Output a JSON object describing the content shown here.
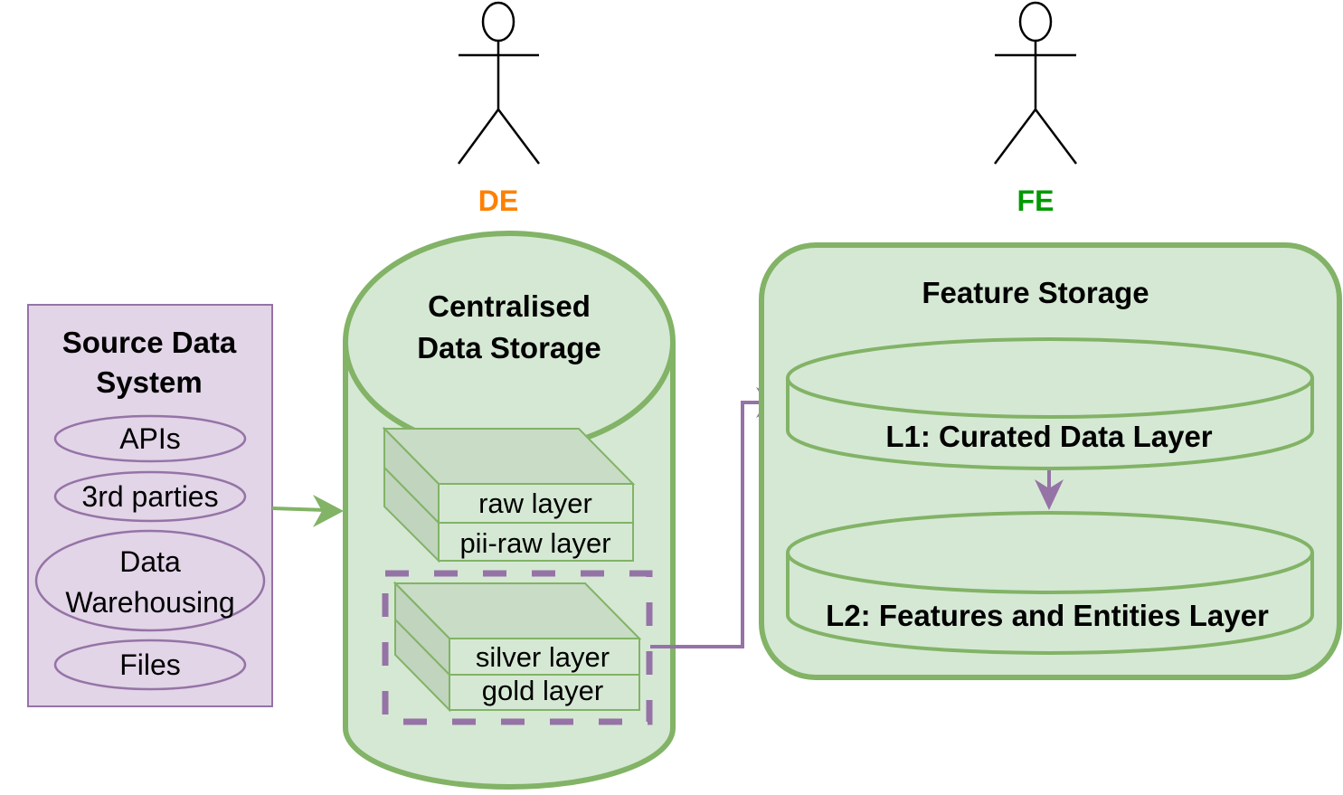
{
  "colors": {
    "green_fill": "#d5e8d4",
    "green_stroke": "#82b366",
    "purple_fill": "#e1d5e7",
    "purple_stroke": "#9673a6",
    "box_top": "#c8dcc6",
    "box_side": "#c0d4be",
    "de_color": "#ff8000",
    "fe_color": "#009900"
  },
  "actors": [
    {
      "label": "DE"
    },
    {
      "label": "FE"
    }
  ],
  "source": {
    "title_line1": "Source Data",
    "title_line2": "System",
    "items": [
      {
        "label": "APIs"
      },
      {
        "label": "3rd parties"
      },
      {
        "label_line1": "Data",
        "label_line2": "Warehousing"
      },
      {
        "label": "Files"
      }
    ]
  },
  "central": {
    "title_line1": "Centralised",
    "title_line2": "Data Storage",
    "layers": [
      "raw layer",
      "pii-raw layer",
      "silver layer",
      "gold layer"
    ]
  },
  "feature": {
    "title": "Feature Storage",
    "l1": "L1: Curated Data Layer",
    "l2": "L2: Features and Entities Layer"
  }
}
